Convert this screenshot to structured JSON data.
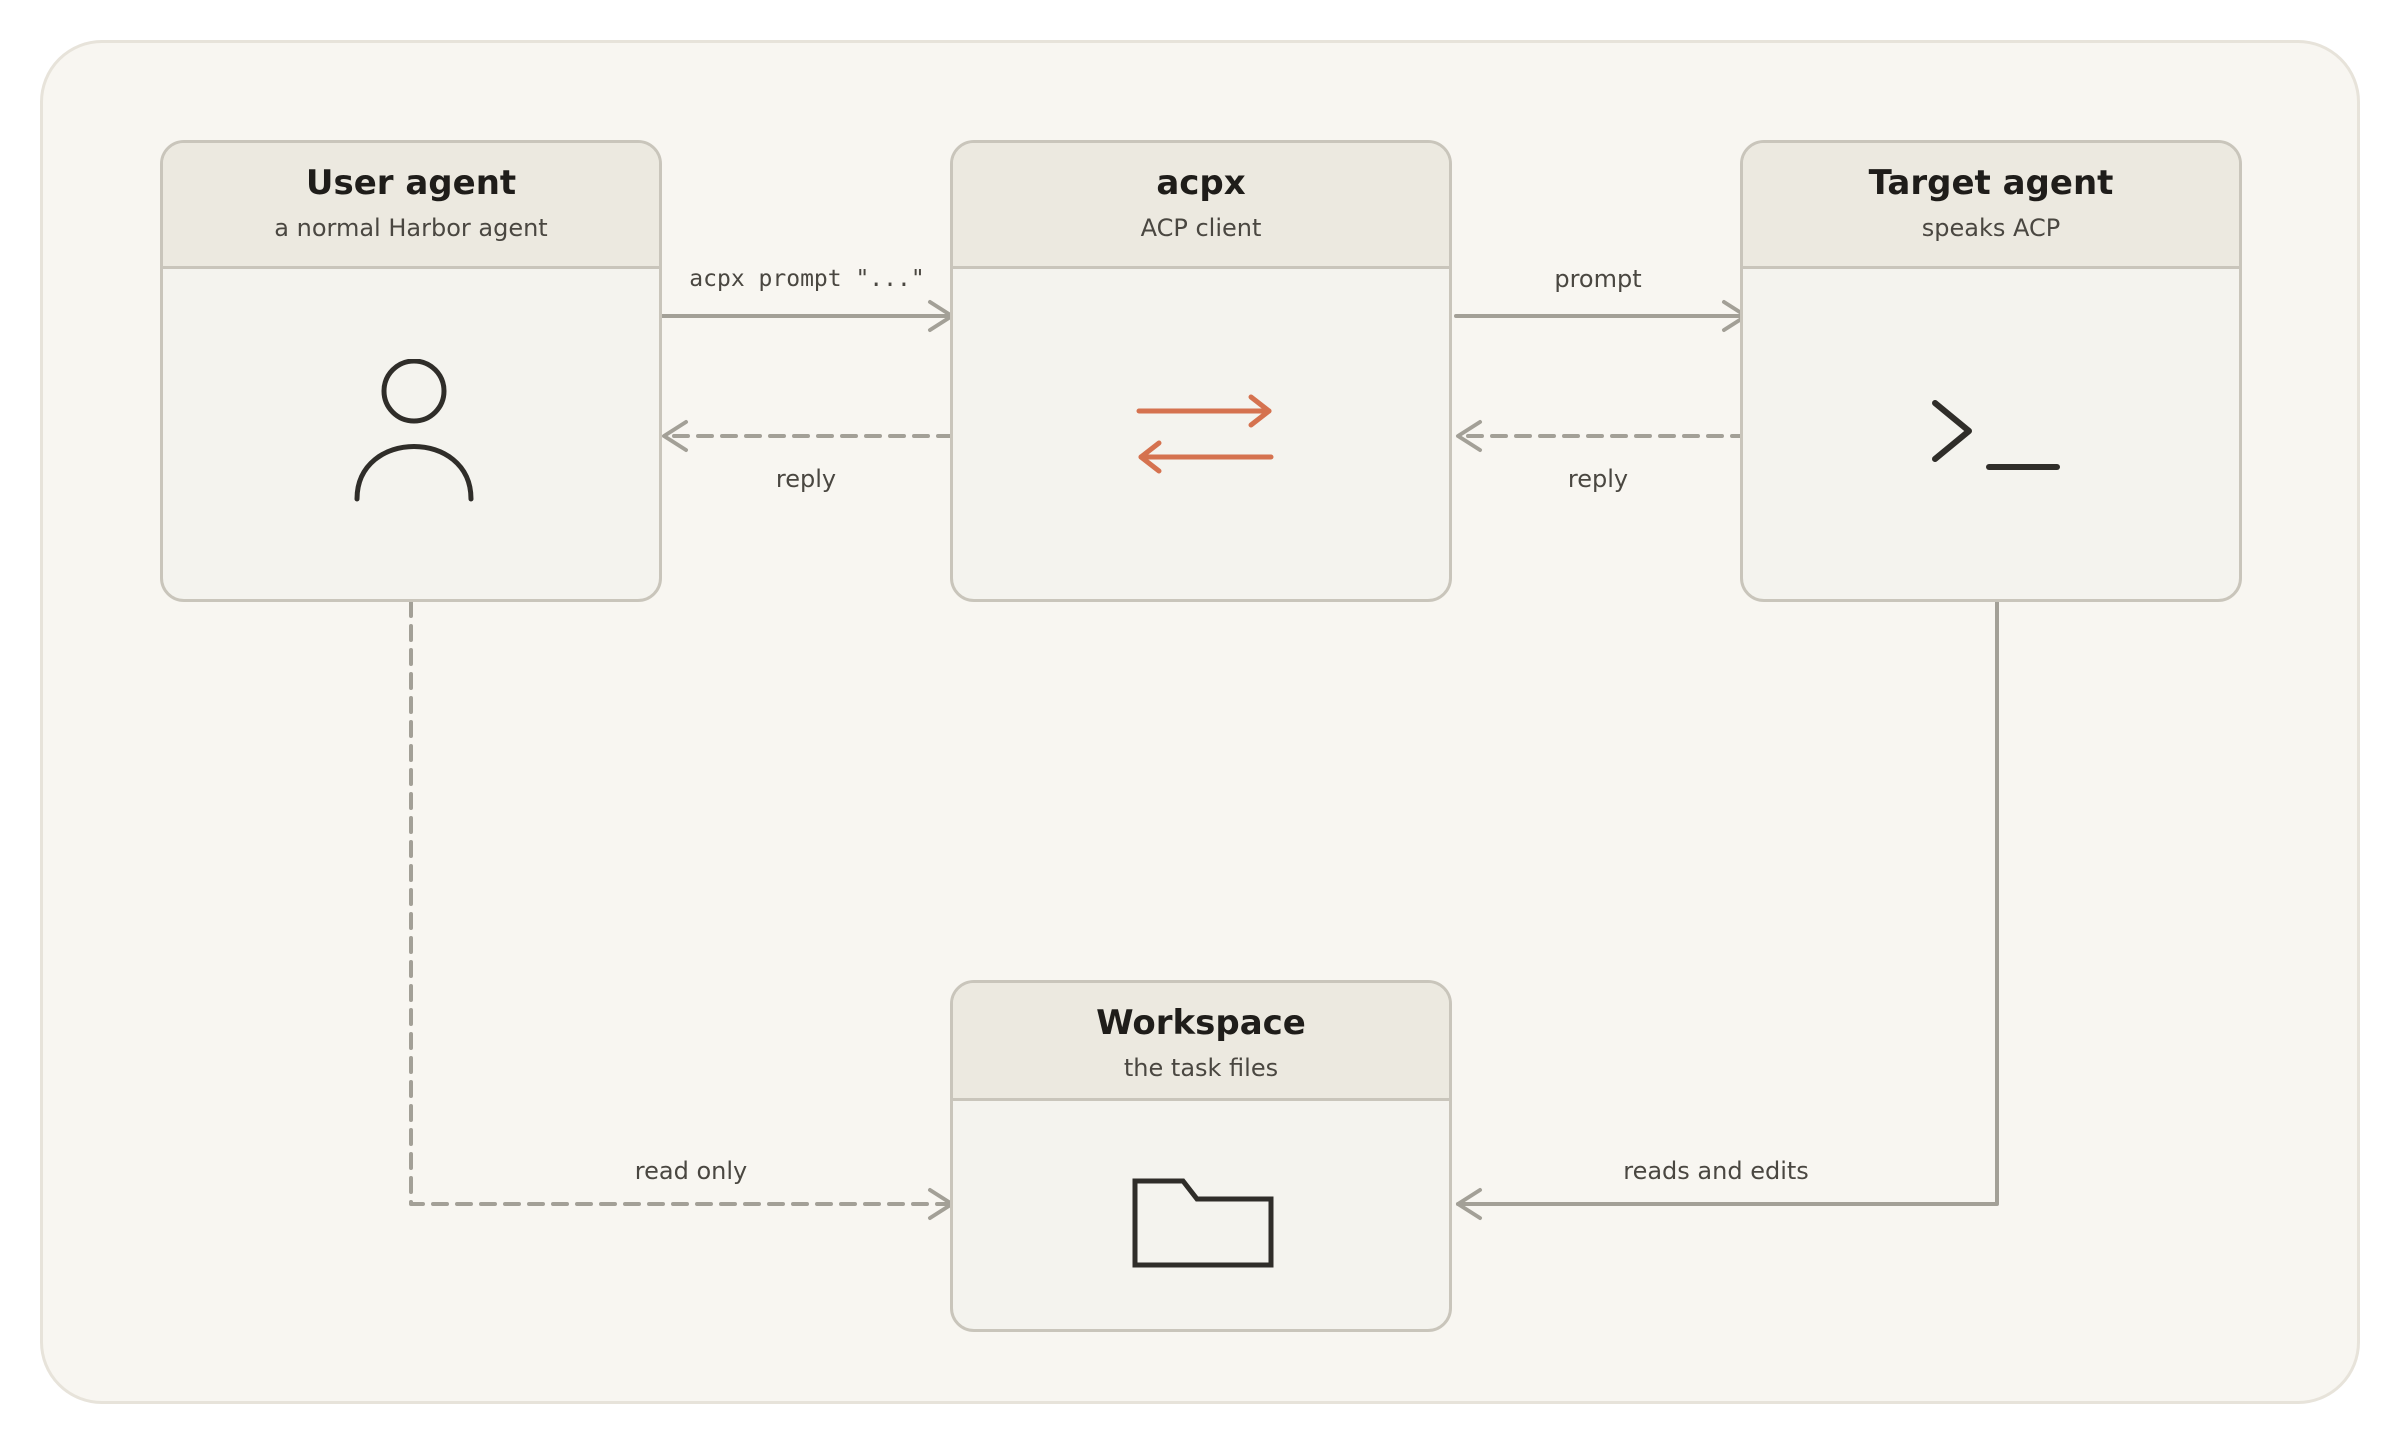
{
  "nodes": {
    "user_agent": {
      "title": "User agent",
      "subtitle": "a normal Harbor agent"
    },
    "acpx": {
      "title": "acpx",
      "subtitle": "ACP client"
    },
    "target_agent": {
      "title": "Target agent",
      "subtitle": "speaks ACP"
    },
    "workspace": {
      "title": "Workspace",
      "subtitle": "the task files"
    }
  },
  "edges": {
    "user_to_acpx": "acpx prompt \"...\"",
    "acpx_to_user": "reply",
    "acpx_to_target": "prompt",
    "target_to_acpx": "reply",
    "user_to_workspace": "read only",
    "target_to_workspace": "reads and edits"
  },
  "colors": {
    "accent": "#d5724f",
    "edge": "#a3a097",
    "icon": "#2f2d29"
  },
  "icons": {
    "user_agent": "person-icon",
    "acpx": "exchange-arrows-icon",
    "target_agent": "terminal-prompt-icon",
    "workspace": "folder-icon"
  }
}
